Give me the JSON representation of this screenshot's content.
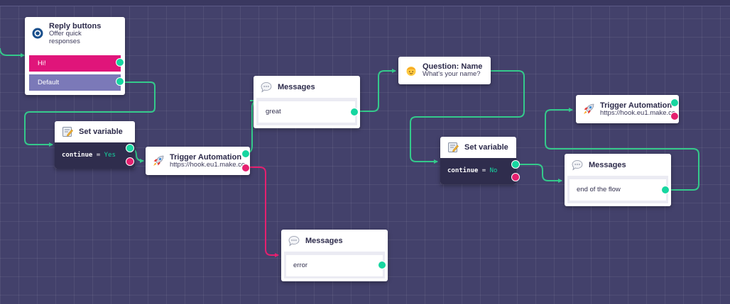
{
  "reply_buttons": {
    "title": "Reply buttons",
    "subtitle": "Offer quick responses",
    "icon": "radio-button-icon",
    "buttons": [
      {
        "label": "Hi!",
        "color": "#e0157a"
      },
      {
        "label": "Default",
        "color": "#7b79b8"
      }
    ]
  },
  "set_variable_1": {
    "title": "Set variable",
    "icon": "memo-pencil-icon",
    "variable": "continue",
    "operator": "=",
    "value": "Yes"
  },
  "trigger_1": {
    "title": "Trigger Automation",
    "url": "https://hook.eu1.make.co",
    "icon": "rocket-icon"
  },
  "messages_great": {
    "title": "Messages",
    "text": "great",
    "icon": "speech-bubble-icon"
  },
  "messages_error": {
    "title": "Messages",
    "text": "error",
    "icon": "speech-bubble-icon"
  },
  "question_name": {
    "title": "Question: Name",
    "subtitle": "What's your name?",
    "icon": "person-face-icon"
  },
  "set_variable_2": {
    "title": "Set variable",
    "icon": "memo-pencil-icon",
    "variable": "continue",
    "operator": "=",
    "value": "No"
  },
  "trigger_2": {
    "title": "Trigger Automation",
    "url": "https://hook.eu1.make.co",
    "icon": "rocket-icon"
  },
  "messages_end": {
    "title": "Messages",
    "text": "end of the flow",
    "icon": "speech-bubble-icon"
  },
  "colors": {
    "canvas": "#43416b",
    "edge_success": "#16d6a0",
    "edge_error": "#e5206f",
    "code_background": "#2f2d4d"
  }
}
